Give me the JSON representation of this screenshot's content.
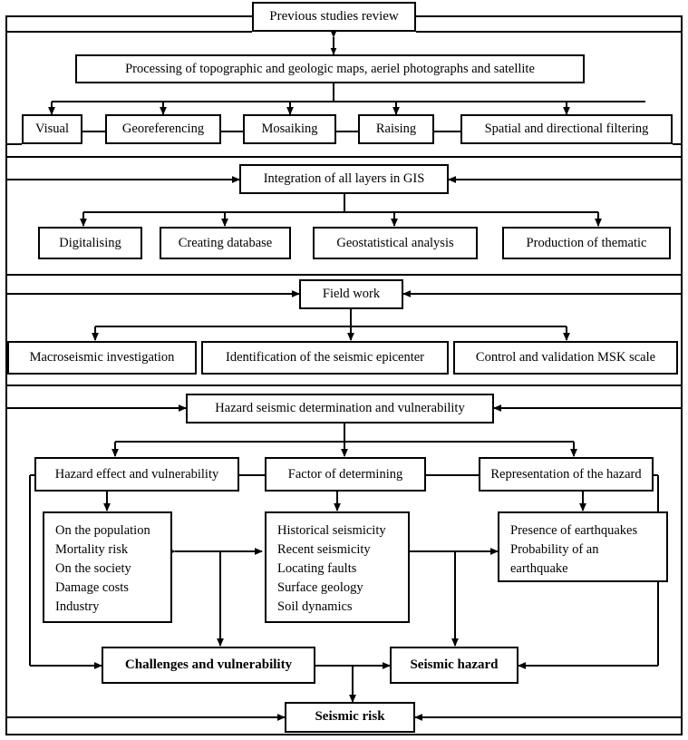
{
  "diagram": {
    "title": "Seismic risk assessment methodology flowchart",
    "type": "flowchart",
    "stroke_color": "#000000",
    "background_color": "#ffffff",
    "nodes": {
      "previous_studies": "Previous studies review",
      "processing": "Processing  of  topographic  and  geologic  maps,  aeriel  photographs  and  satellite",
      "visual": "Visual",
      "georeferencing": "Georeferencing",
      "mosaiking": "Mosaiking",
      "raising": "Raising",
      "spatial_filtering": "Spatial and directional filtering",
      "integration": "Integration of all layers in GIS",
      "digitalising": "Digitalising",
      "creating_database": "Creating database",
      "geostatistical": "Geostatistical analysis",
      "production_thematic": "Production of thematic",
      "field_work": "Field work",
      "macroseismic": "Macroseismic  investigation",
      "identification_epicenter": "Identification of the seismic  epicenter",
      "control_msk": "Control and validation MSK scale",
      "hazard_determination": "Hazard seismic  determination and vulnerability",
      "hazard_effect": "Hazard effect and vulnerability",
      "factor_determining": "Factor of determining",
      "representation_hazard": "Representation of the hazard",
      "challenges": "Challenges and vulnerability",
      "seismic_hazard": "Seismic hazard",
      "seismic_risk": "Seismic risk"
    },
    "lists": {
      "hazard_effect_items": [
        "On the population",
        "Mortality risk",
        "On the society",
        "Damage costs",
        "Industry"
      ],
      "factor_items": [
        "Historical seismicity",
        "Recent seismicity",
        "Locating faults",
        "Surface geology",
        "Soil dynamics"
      ],
      "representation_items": [
        "Presence of earthquakes",
        "Probability of an",
        "earthquake"
      ]
    }
  }
}
